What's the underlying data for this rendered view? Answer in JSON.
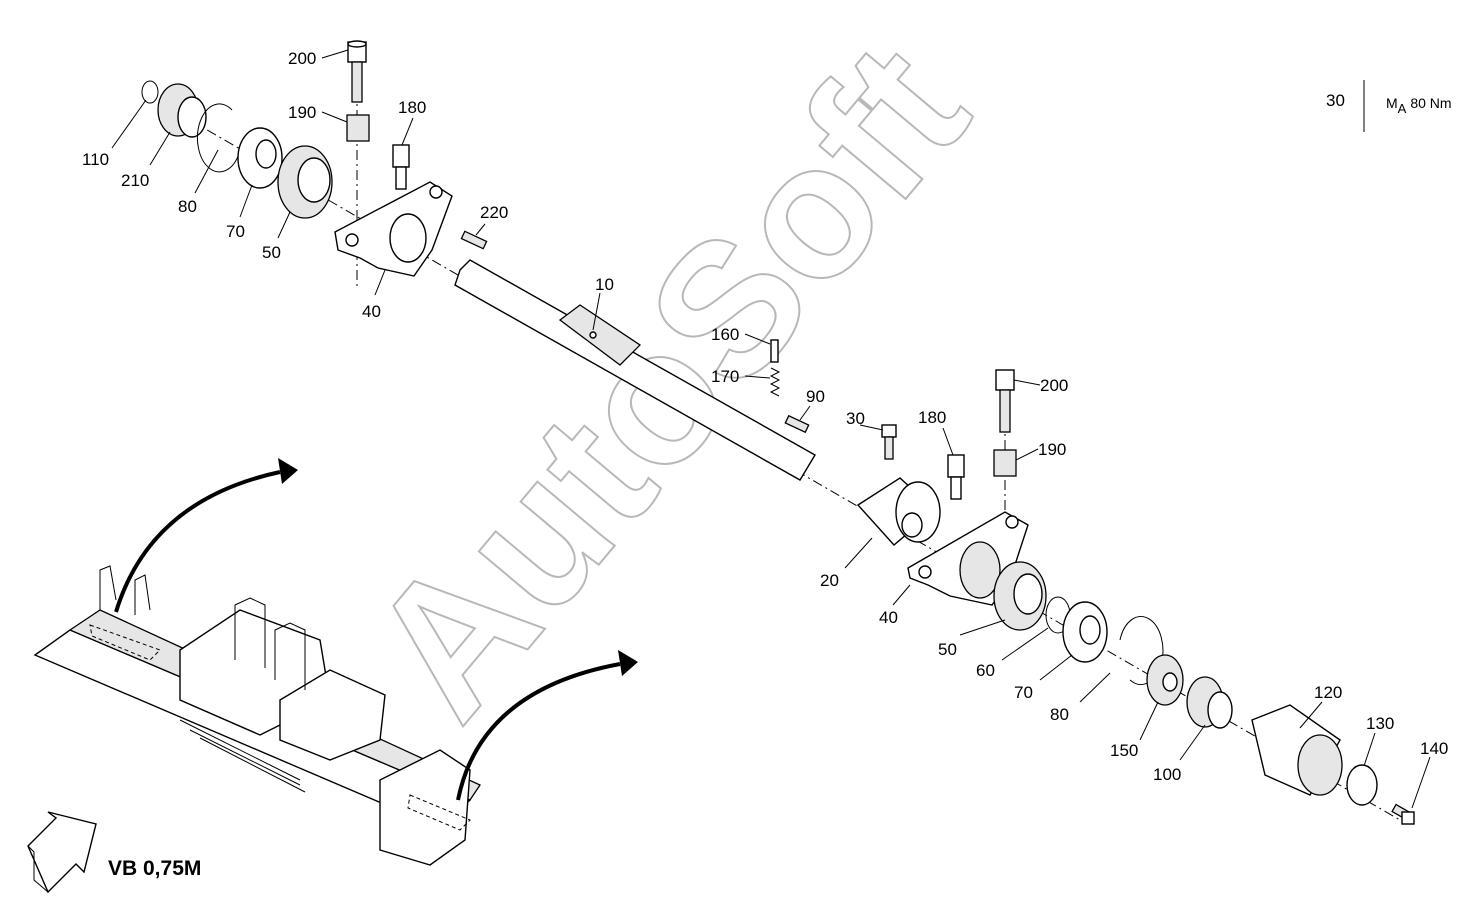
{
  "watermark": "AutoSoft",
  "torque": {
    "ref": "30",
    "symbol": "M",
    "subscript": "A",
    "value": "80 Nm"
  },
  "variant_label": "VB 0,75M",
  "callouts": {
    "c200a": "200",
    "c190a": "190",
    "c180a": "180",
    "c110": "110",
    "c210": "210",
    "c80a": "80",
    "c70a": "70",
    "c50a": "50",
    "c40a": "40",
    "c220": "220",
    "c10": "10",
    "c160": "160",
    "c170": "170",
    "c90": "90",
    "c30": "30",
    "c180b": "180",
    "c200b": "200",
    "c190b": "190",
    "c20": "20",
    "c40b": "40",
    "c50b": "50",
    "c60": "60",
    "c70b": "70",
    "c80b": "80",
    "c150": "150",
    "c100": "100",
    "c120": "120",
    "c130": "130",
    "c140": "140"
  }
}
